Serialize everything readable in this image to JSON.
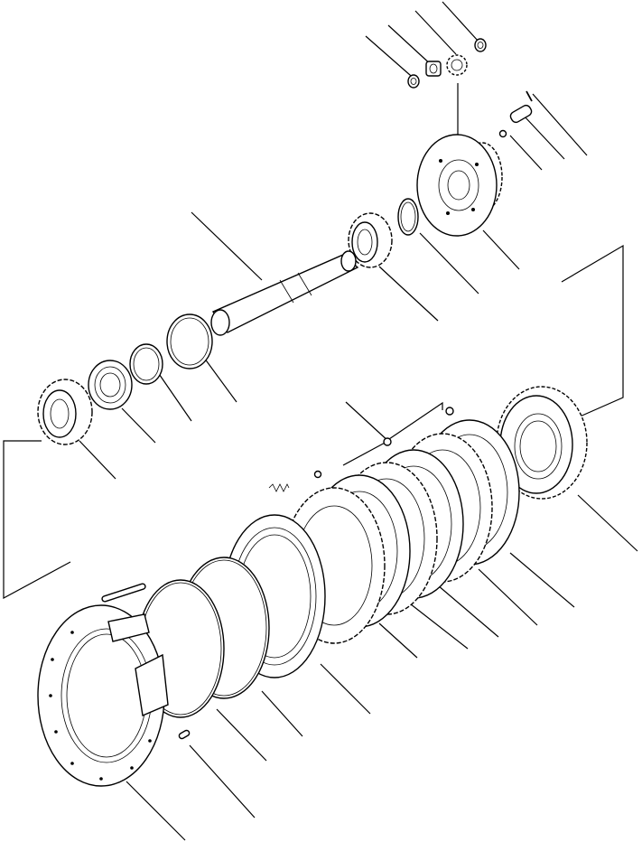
{
  "diagram": {
    "type": "exploded-parts-view",
    "colors": {
      "line": "#000000",
      "background": "#ffffff"
    },
    "parts": [
      "pin-small-top",
      "retaining-pin",
      "washer-small",
      "nut-top",
      "bushing-top",
      "gear-small-top",
      "washer-top",
      "planet-carrier",
      "snap-ring-upper",
      "spur-gear-upper",
      "shaft",
      "snap-ring-middle",
      "snap-ring-small",
      "bearing",
      "spur-gear-left",
      "ring-gear-large",
      "friction-disc-1",
      "separator-plate-1",
      "friction-disc-2",
      "separator-plate-2",
      "friction-disc-3",
      "separator-plate-3",
      "spring",
      "piston",
      "seal-ring-outer",
      "seal-ring-inner",
      "dowel-pin",
      "pin-long",
      "housing"
    ]
  }
}
